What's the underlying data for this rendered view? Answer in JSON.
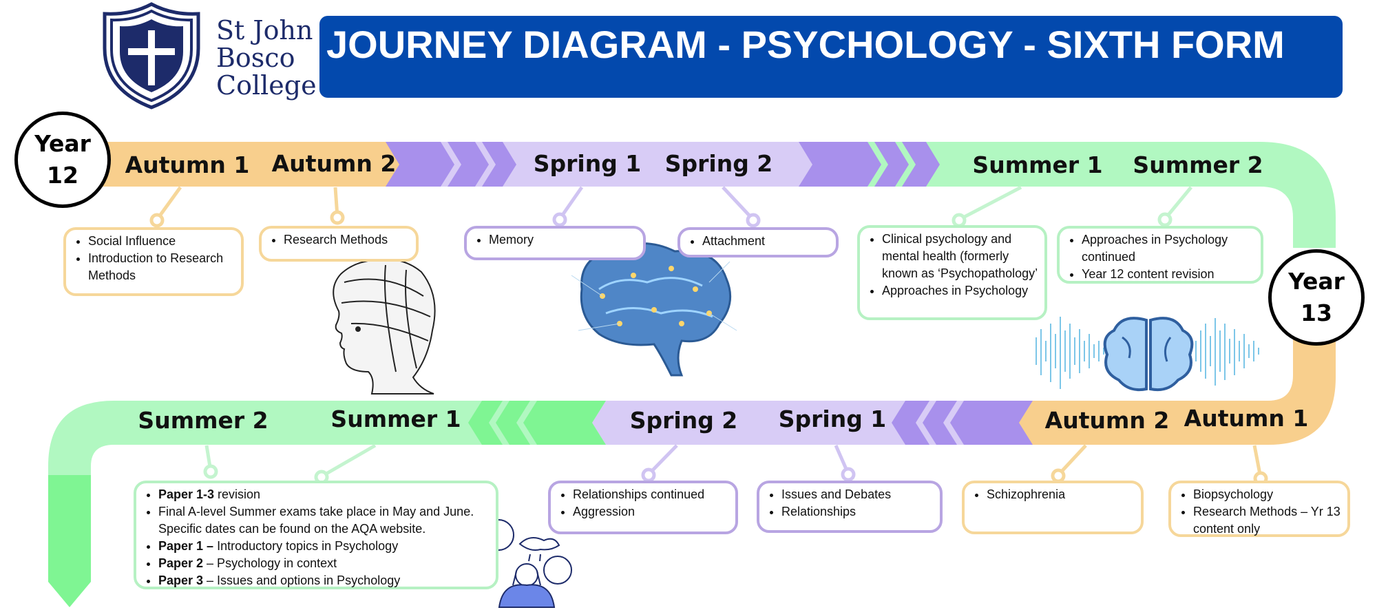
{
  "header": {
    "logo_lines": [
      "St John",
      "Bosco",
      "College"
    ],
    "title": "JOURNEY DIAGRAM - PSYCHOLOGY - SIXTH FORM"
  },
  "colors": {
    "banner": "#0349ad",
    "orange": "#f8cf8d",
    "purple": "#d8ccf6",
    "purple_dark": "#a890ec",
    "green": "#b1f8c1",
    "green_dark": "#7ff593",
    "navy": "#1d2b6a"
  },
  "year12": {
    "badge": [
      "Year",
      "12"
    ],
    "terms": [
      "Autumn 1",
      "Autumn 2",
      "Spring 1",
      "Spring 2",
      "Summer 1",
      "Summer 2"
    ],
    "topics": [
      [
        "Social Influence",
        "Introduction to Research Methods"
      ],
      [
        "Research Methods"
      ],
      [
        "Memory"
      ],
      [
        "Attachment"
      ],
      [
        "Clinical psychology and mental health (formerly known as ‘Psychopathology’",
        "Approaches in Psychology"
      ],
      [
        "Approaches in Psychology continued",
        "Year 12 content revision"
      ]
    ]
  },
  "year13": {
    "badge": [
      "Year",
      "13"
    ],
    "terms": [
      "Autumn 1",
      "Autumn 2",
      "Spring 1",
      "Spring 2",
      "Summer 1",
      "Summer 2"
    ],
    "topics": [
      [
        "Biopsychology",
        "Research Methods – Yr 13 content only"
      ],
      [
        "Schizophrenia"
      ],
      [
        "Issues and Debates",
        "Relationships"
      ],
      [
        "Relationships continued",
        "Aggression"
      ],
      [
        {
          "bold": "Paper 1-3",
          "text": " revision"
        },
        {
          "bold": "",
          "text": "Final A-level Summer exams take place in May and June. Specific dates can be found on the AQA website."
        },
        {
          "bold": "Paper 1 –",
          "text": " Introductory topics in Psychology"
        },
        {
          "bold": "Paper 2",
          "text": " – Psychology in context"
        },
        {
          "bold": "Paper 3",
          "text": " – Issues and options in Psychology"
        }
      ]
    ]
  },
  "icons": [
    "college-crest-icon",
    "phrenology-head-icon",
    "glowing-brain-icon",
    "brain-soundwave-icon",
    "stressed-person-icon"
  ]
}
